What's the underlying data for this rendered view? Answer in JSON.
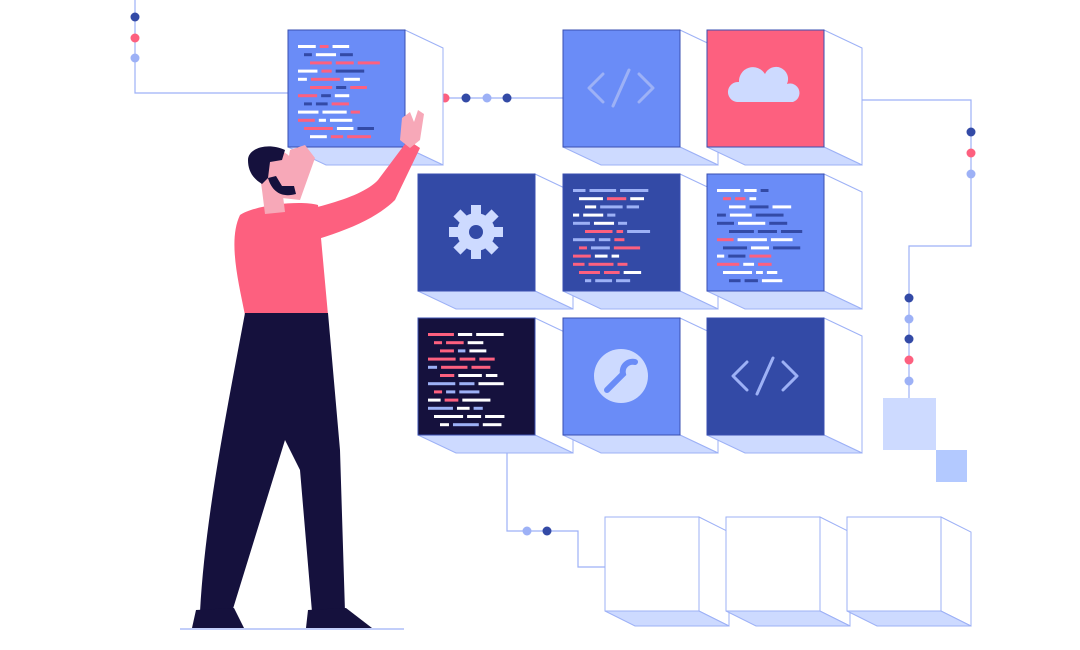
{
  "colors": {
    "light_blue": "#6a8cf7",
    "navy": "#334aa6",
    "pink": "#fd607f",
    "dark": "#15113d",
    "pale": "#cddaff",
    "line": "#9db1f6",
    "skin": "#f7a8b8",
    "white": "#ffffff"
  },
  "tiles": [
    {
      "name": "code-tile-held",
      "icon": "code-lines",
      "color": "light_blue"
    },
    {
      "name": "code-brackets-tile-1",
      "icon": "code-brackets-icon",
      "color": "light_blue"
    },
    {
      "name": "cloud-tile",
      "icon": "cloud-icon",
      "color": "pink"
    },
    {
      "name": "gear-tile",
      "icon": "gear-icon",
      "color": "navy"
    },
    {
      "name": "code-tile-navy",
      "icon": "code-lines",
      "color": "navy"
    },
    {
      "name": "code-tile-blue",
      "icon": "code-lines",
      "color": "light_blue"
    },
    {
      "name": "code-tile-dark",
      "icon": "code-lines",
      "color": "dark"
    },
    {
      "name": "wrench-tile",
      "icon": "wrench-icon",
      "color": "light_blue"
    },
    {
      "name": "code-brackets-tile-2",
      "icon": "code-brackets-icon",
      "color": "navy"
    }
  ]
}
